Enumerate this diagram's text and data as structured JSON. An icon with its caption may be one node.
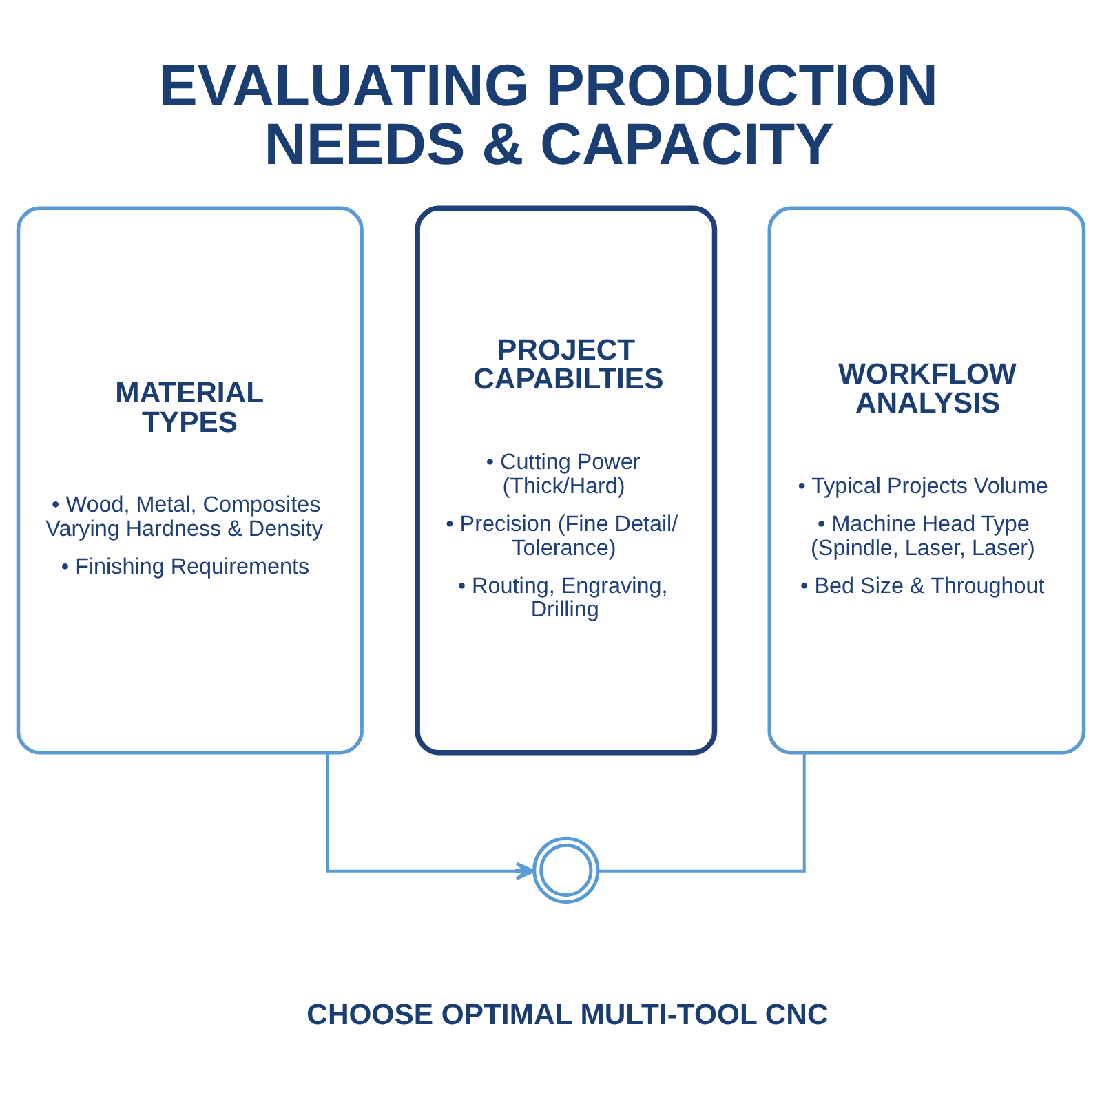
{
  "diagram": {
    "title": "EVALUATING PRODUCTION NEEDS & CAPACITY",
    "nodes": [
      {
        "text": [
          "MATERIAL TYPES",
          "• Wood, Metal, Composites Varying Hardness & Density",
          "• Finishing Requirements"
        ]
      },
      {
        "text": [
          "PROJECT CAPABILTIES",
          "• Cutting Power (Thick/Hard)",
          "• Precision (Fine Detail/ Tolerance)",
          "• Routing, Engraving, Drilling"
        ]
      },
      {
        "text": [
          "WORKFLOW ANALYSIS",
          "• Typical Projects Volume",
          "• Machine Head Type (Spindle, Laser, Laser)",
          "• Bed Size & Throughout"
        ]
      },
      {
        "text": [],
        "shape": "picture",
        "beside": [
          "CHOOSE OPTIMAL MULTI-TOOL CNC"
        ]
      }
    ],
    "edges": [
      {
        "from": 0,
        "to": 3,
        "arrow": "to"
      },
      {
        "from": 2,
        "to": 3,
        "arrow": "none"
      }
    ]
  }
}
